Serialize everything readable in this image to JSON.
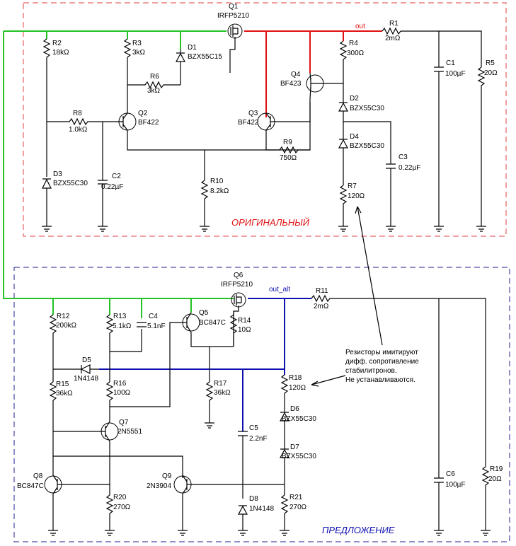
{
  "sections": {
    "original": "ОРИГИНАЛЬНЫЙ",
    "proposal": "ПРЕДЛОЖЕНИЕ"
  },
  "nets": {
    "out": "out",
    "out_alt": "out_alt"
  },
  "note": [
    "Резисторы имитируют",
    "дифф. сопротивление",
    "стабилитронов.",
    "Не устанавливаются."
  ],
  "colors": {
    "original_frame": "#e04040",
    "proposal_frame": "#202090",
    "wire_green": "#22c322",
    "wire_red": "#e01010",
    "wire_blue": "#1010b0"
  },
  "parts": {
    "Q1": [
      "Q1",
      "IRFP5210"
    ],
    "R1": [
      "R1",
      "2mΩ"
    ],
    "R2": [
      "R2",
      "18kΩ"
    ],
    "R3": [
      "R3",
      "3kΩ"
    ],
    "D1": [
      "D1",
      "BZX55C15"
    ],
    "R6": [
      "R6",
      "3kΩ"
    ],
    "R8": [
      "R8",
      "1.0kΩ"
    ],
    "Q2": [
      "Q2",
      "BF422"
    ],
    "Q3": [
      "Q3",
      "BF422"
    ],
    "Q4": [
      "Q4",
      "BF423"
    ],
    "R4": [
      "R4",
      "300Ω"
    ],
    "D2": [
      "D2",
      "BZX55C30"
    ],
    "D4": [
      "D4",
      "BZX55C30"
    ],
    "R9": [
      "R9",
      "750Ω"
    ],
    "R10": [
      "R10",
      "8.2kΩ"
    ],
    "D3": [
      "D3",
      "BZX55C30"
    ],
    "C2": [
      "C2",
      "0.22µF"
    ],
    "C3": [
      "C3",
      "0.22µF"
    ],
    "R7": [
      "R7",
      "120Ω"
    ],
    "C1": [
      "C1",
      "100µF"
    ],
    "R5": [
      "R5",
      "20Ω"
    ],
    "Q6": [
      "Q6",
      "IRFP5210"
    ],
    "R11": [
      "R11",
      "2mΩ"
    ],
    "R12": [
      "R12",
      "200kΩ"
    ],
    "R13": [
      "R13",
      "5.1kΩ"
    ],
    "C4": [
      "C4",
      "5.1nF"
    ],
    "Q5": [
      "Q5",
      "BC847C"
    ],
    "R14": [
      "R14",
      "10Ω"
    ],
    "D5": [
      "D5",
      "1N4148"
    ],
    "R15": [
      "R15",
      "36kΩ"
    ],
    "R16": [
      "R16",
      "100Ω"
    ],
    "R17": [
      "R17",
      "36kΩ"
    ],
    "R18": [
      "R18",
      "120Ω"
    ],
    "Q7": [
      "Q7",
      "2N5551"
    ],
    "C5": [
      "C5",
      "2.2nF"
    ],
    "D6": [
      "D6",
      "BZX55C30"
    ],
    "D7": [
      "D7",
      "BZX55C30"
    ],
    "Q8": [
      "Q8",
      "BC847C"
    ],
    "Q9": [
      "Q9",
      "2N3904"
    ],
    "R20": [
      "R20",
      "270Ω"
    ],
    "D8": [
      "D8",
      "1N4148"
    ],
    "R21": [
      "R21",
      "270Ω"
    ],
    "C6": [
      "C6",
      "100µF"
    ],
    "R19": [
      "R19",
      "20Ω"
    ]
  }
}
